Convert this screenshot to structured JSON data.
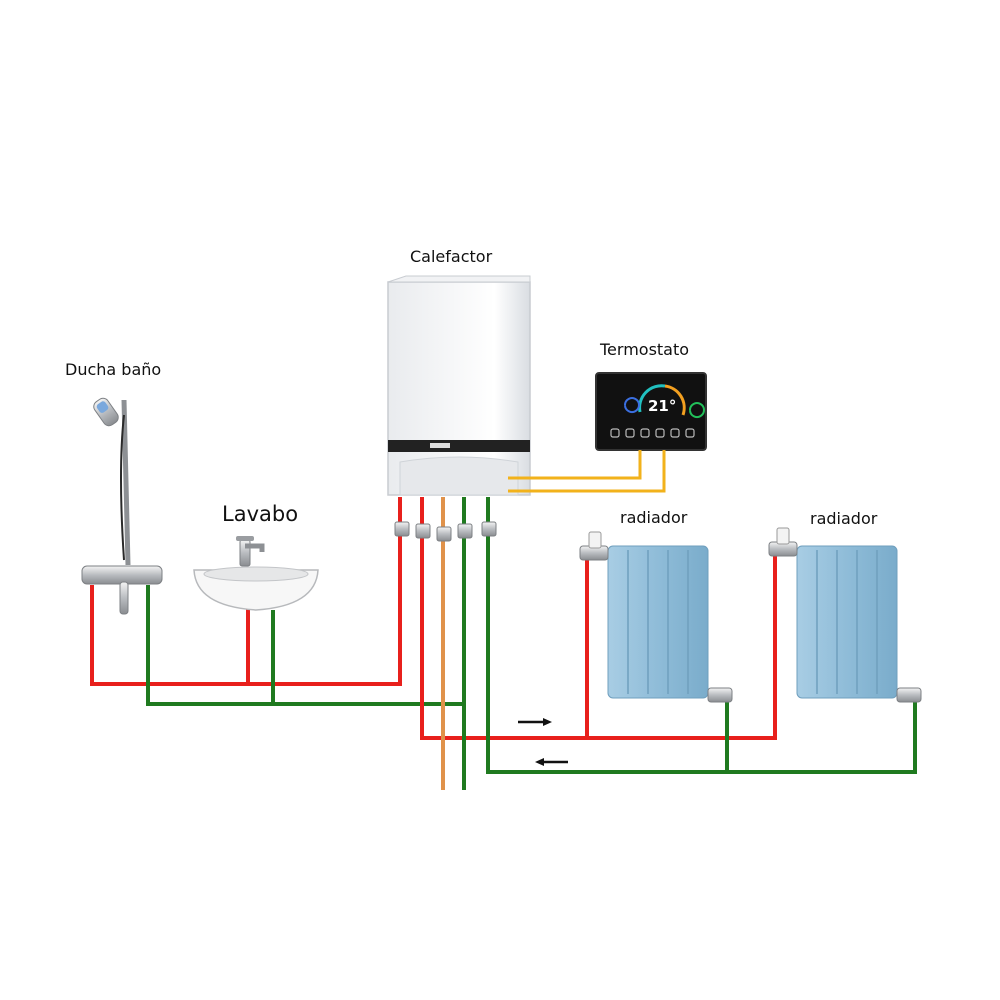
{
  "labels": {
    "boiler": "Calefactor",
    "thermostat": "Termostato",
    "shower": "Ducha baño",
    "sink": "Lavabo",
    "radiator_1": "radiador",
    "radiator_2": "radiador"
  },
  "thermostat_display": {
    "temperature": "21°"
  },
  "colors": {
    "hot_supply": "#e8201c",
    "return": "#1f7a1f",
    "gas": "#e0924a",
    "thermostat_wire": "#f2b21b",
    "radiator": "#8fbcd8"
  },
  "icons": [
    "shower-head-icon",
    "faucet-icon",
    "flow-arrow-icon"
  ]
}
